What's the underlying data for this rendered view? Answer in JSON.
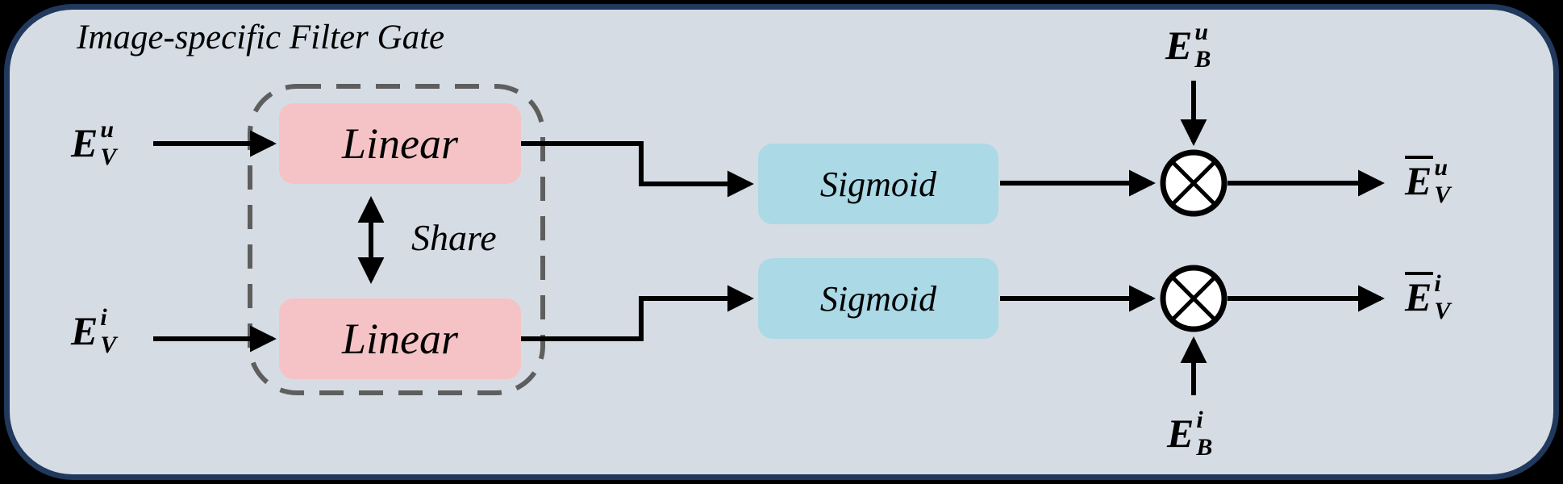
{
  "title": "Image-specific Filter Gate",
  "share_label": "Share",
  "blocks": {
    "linear_top": "Linear",
    "linear_bottom": "Linear",
    "sigmoid_top": "Sigmoid",
    "sigmoid_bottom": "Sigmoid"
  },
  "math_labels": {
    "input_top": {
      "base": "E",
      "sup": "u",
      "sub": "V"
    },
    "input_bottom": {
      "base": "E",
      "sup": "i",
      "sub": "V"
    },
    "bias_top": {
      "base": "E",
      "sup": "u",
      "sub": "B"
    },
    "bias_bottom": {
      "base": "E",
      "sup": "i",
      "sub": "B"
    },
    "output_top": {
      "base": "E",
      "sup": "u",
      "sub": "V"
    },
    "output_bottom": {
      "base": "E",
      "sup": "i",
      "sub": "V"
    }
  },
  "icons": {
    "multiply_top": "⊗",
    "multiply_bottom": "⊗"
  },
  "colors": {
    "outer_background": "#000000",
    "panel_background": "#d6dce4",
    "panel_border": "#20395c",
    "linear_fill": "#f5c3c5",
    "sigmoid_fill": "#abd9e6",
    "dashed_share_border": "#5e5e5e",
    "wire": "#000000"
  }
}
